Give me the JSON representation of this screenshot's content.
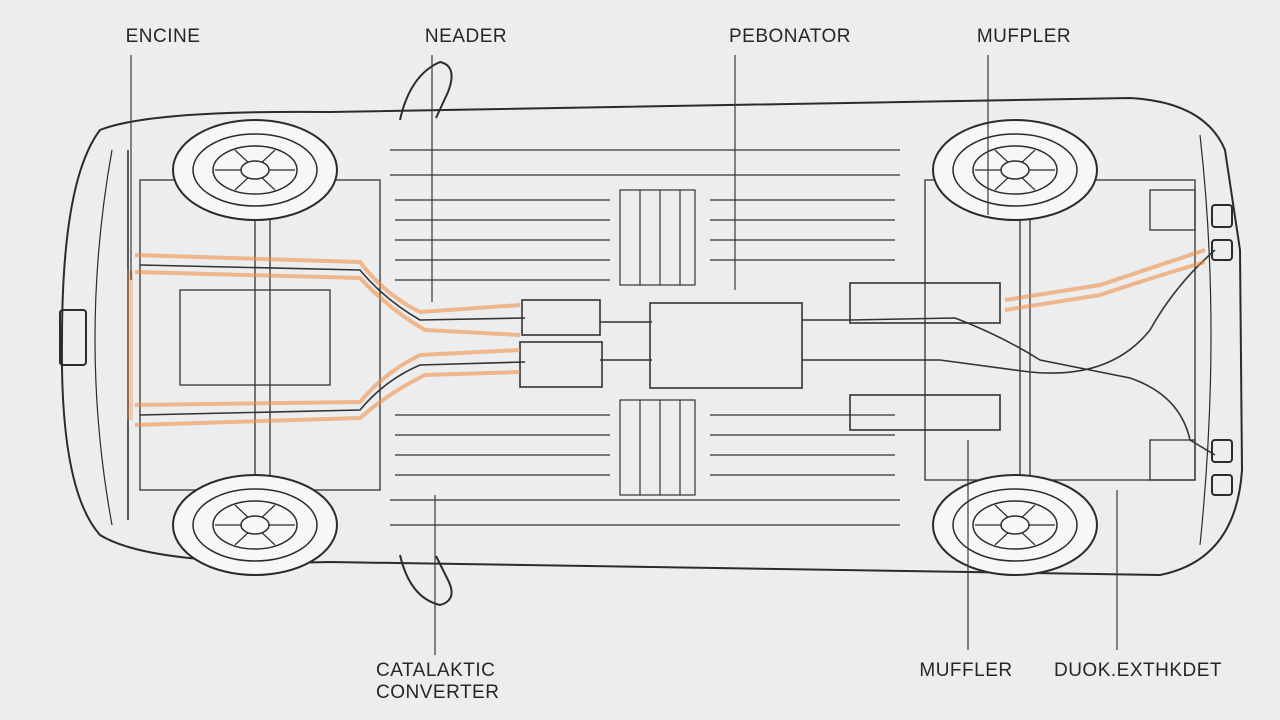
{
  "labels": {
    "engine": "ENCINE",
    "header": "NEADER",
    "resonator": "PEBONATOR",
    "muffler_top": "MUFPLER",
    "catalytic_line1": "CATALAKTIC",
    "catalytic_line2": "CONVERTER",
    "muffler_bottom": "MUFFLER",
    "dual_exhaust": "DUOK.EXTHKDET"
  },
  "colors": {
    "background": "#ecedee",
    "outline": "#2b2b2b",
    "exhaust_highlight": "#f2863a"
  }
}
